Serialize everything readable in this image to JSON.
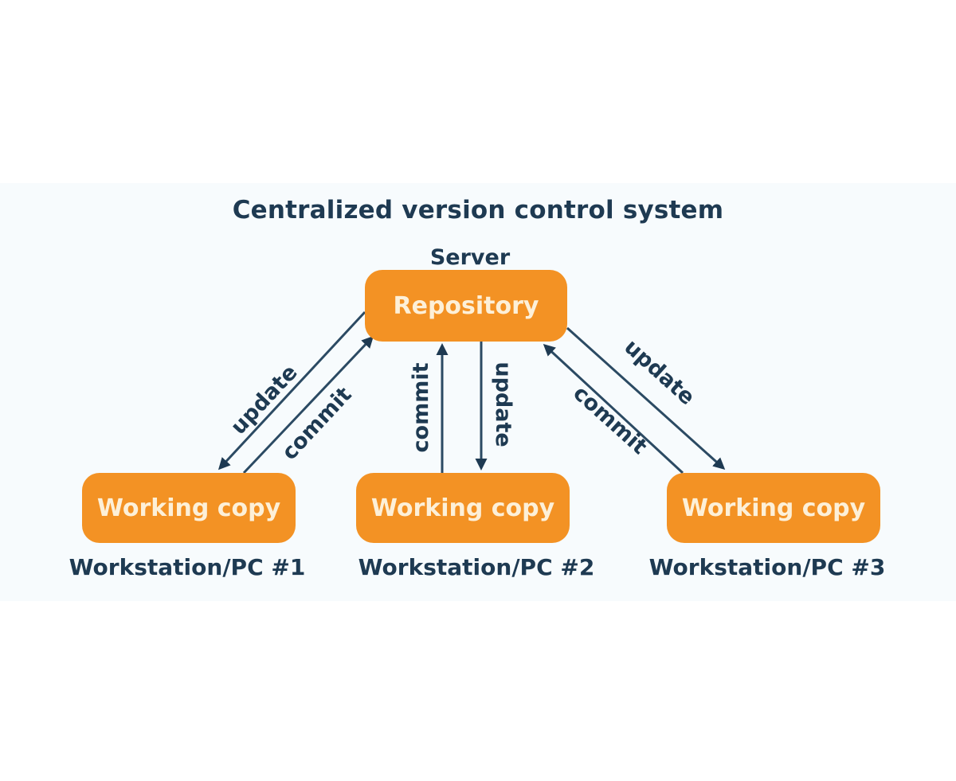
{
  "title": "Centralized version control system",
  "server": {
    "label": "Server",
    "node_label": "Repository"
  },
  "workstations": [
    {
      "node_label": "Working copy",
      "label": "Workstation/PC #1"
    },
    {
      "node_label": "Working copy",
      "label": "Workstation/PC #2"
    },
    {
      "node_label": "Working copy",
      "label": "Workstation/PC #3"
    }
  ],
  "edges": [
    {
      "from": "Repository",
      "to": "Workstation/PC #1",
      "label": "update"
    },
    {
      "from": "Workstation/PC #1",
      "to": "Repository",
      "label": "commit"
    },
    {
      "from": "Workstation/PC #2",
      "to": "Repository",
      "label": "commit"
    },
    {
      "from": "Repository",
      "to": "Workstation/PC #2",
      "label": "update"
    },
    {
      "from": "Workstation/PC #3",
      "to": "Repository",
      "label": "commit"
    },
    {
      "from": "Repository",
      "to": "Workstation/PC #3",
      "label": "update"
    }
  ],
  "colors": {
    "node_fill": "#f39224",
    "node_text": "#fdf0d8",
    "text": "#1e3a52",
    "arrow": "#1e3a52",
    "background": "#f7fbfd"
  }
}
